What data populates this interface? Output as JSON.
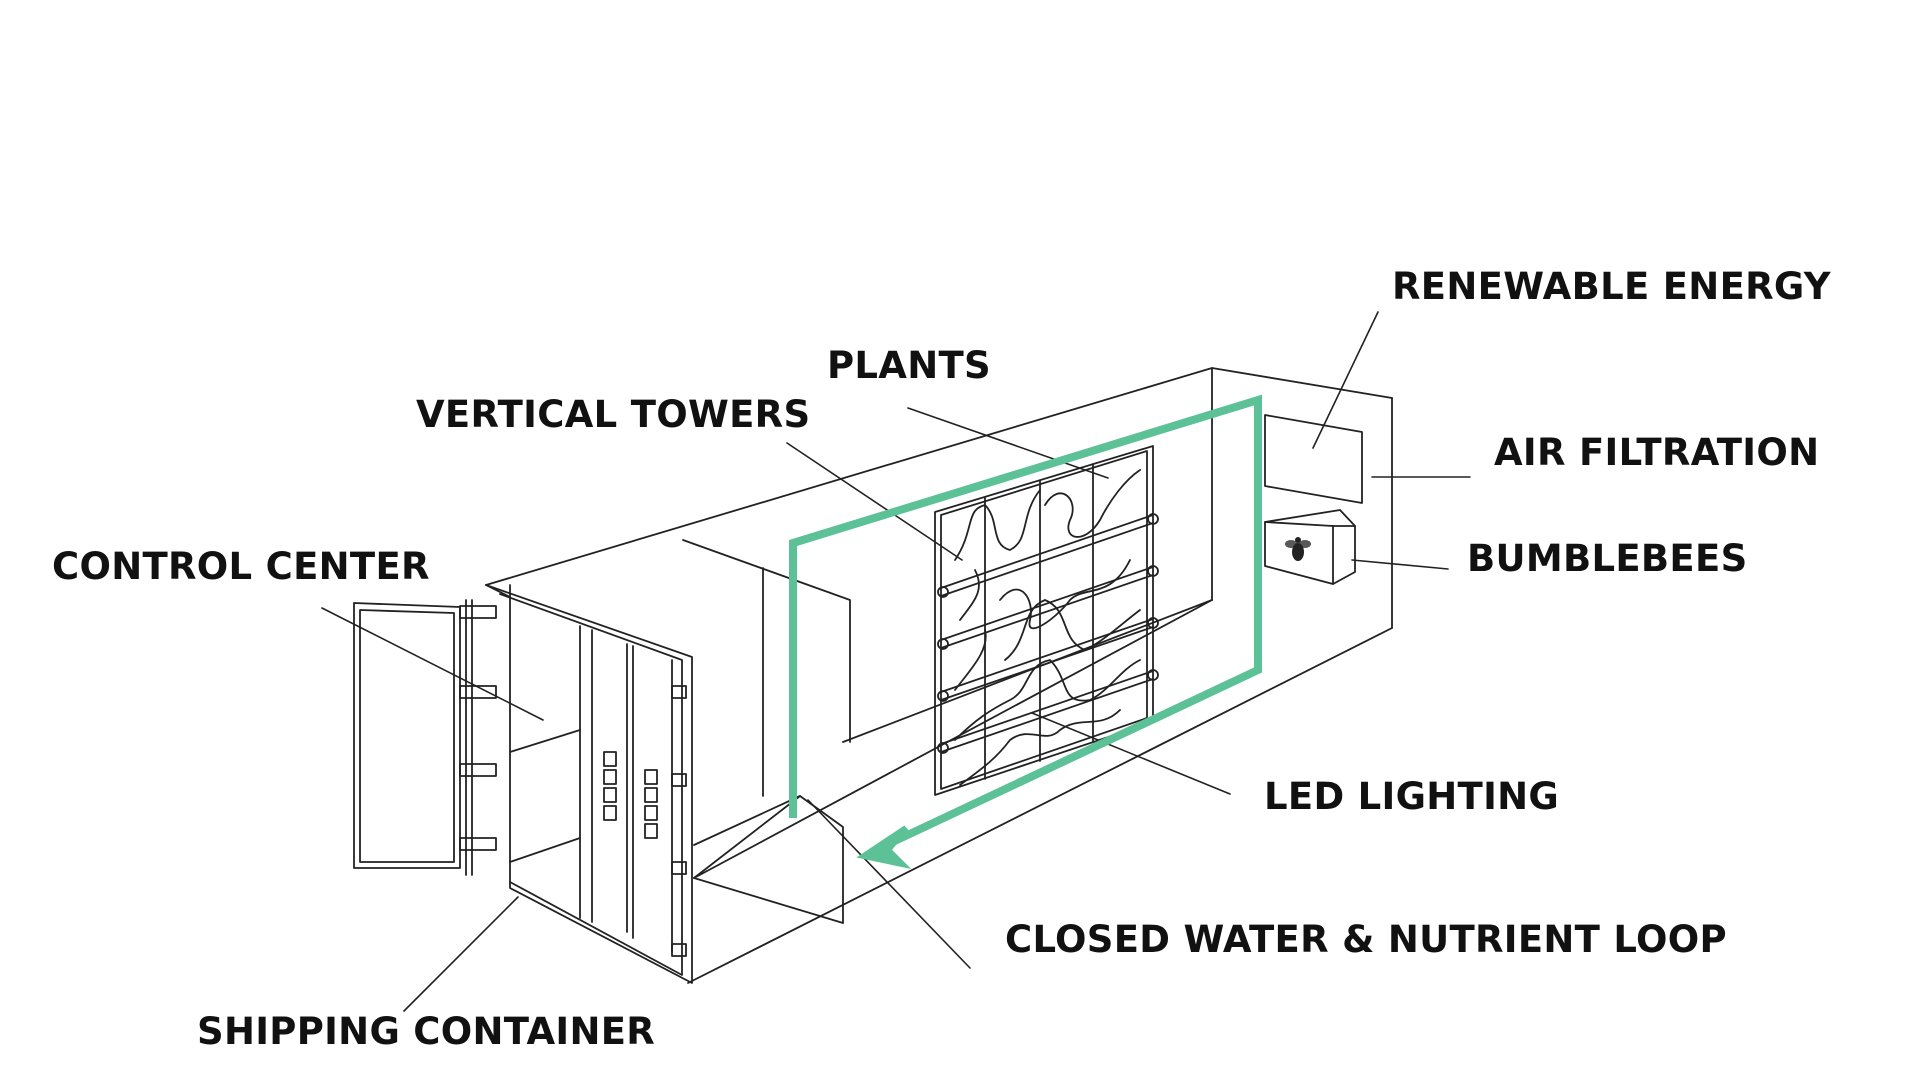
{
  "labels": {
    "renewable_energy": "RENEWABLE ENERGY",
    "plants": "PLANTS",
    "vertical_towers": "VERTICAL TOWERS",
    "air_filtration": "AIR FILTRATION",
    "bumblebees": "BUMBLEBEES",
    "control_center": "CONTROL CENTER",
    "led_lighting": "LED LIGHTING",
    "closed_water_loop": "CLOSED WATER & NUTRIENT LOOP",
    "shipping_container": "SHIPPING CONTAINER"
  },
  "icons": {
    "bee_box": "bee-icon"
  },
  "colors": {
    "water_loop": "#5cc197",
    "outline": "#222222",
    "text": "#111111"
  }
}
